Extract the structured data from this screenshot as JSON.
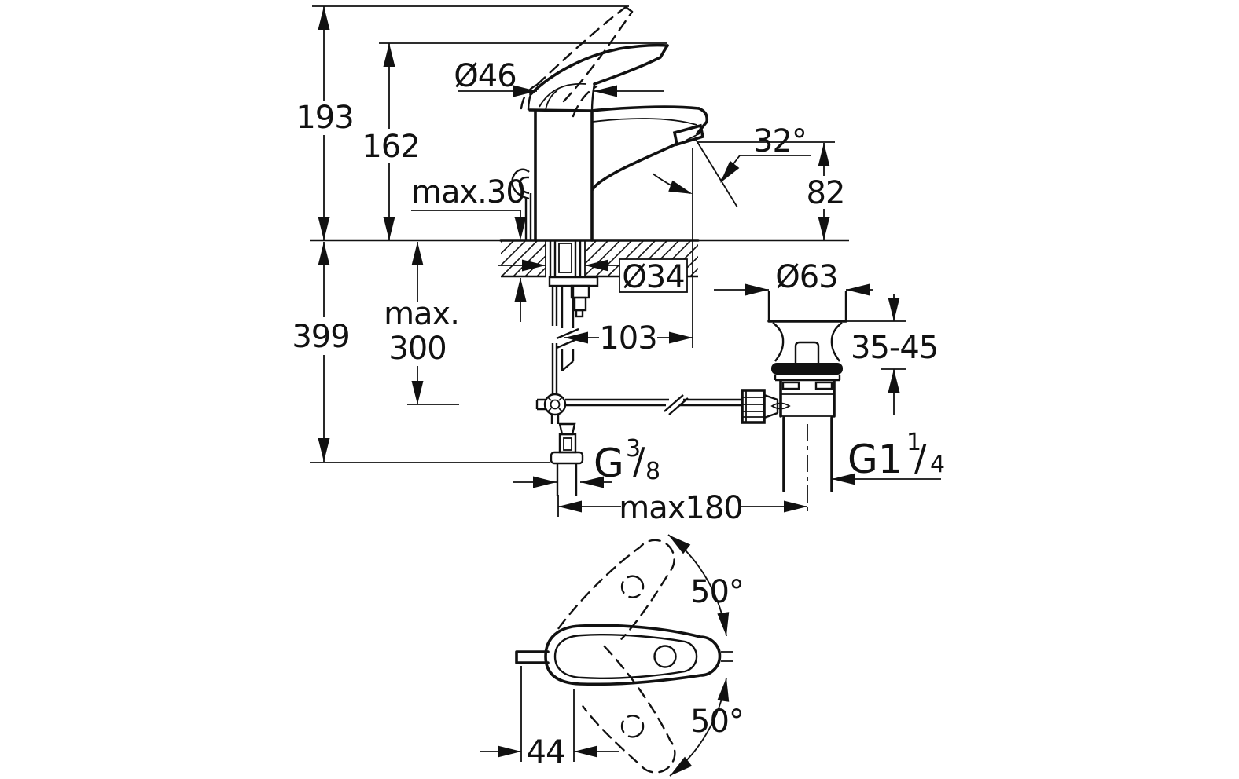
{
  "drawing": {
    "kind": "technical dimensional drawing",
    "subject": "single-lever basin mixer with pop-up waste",
    "line_color": "#111111",
    "background_color": "#ffffff"
  },
  "dims": {
    "height_total": "193",
    "height_body": "162",
    "deck_thickness": "max.30",
    "handle_diameter": "Ø46",
    "spray_angle": "32°",
    "spout_height": "82",
    "depth_total": "399",
    "flex_hose_line1": "max.",
    "flex_hose_line2": "300",
    "deck_hole_diameter": "Ø34",
    "spout_projection": "103",
    "waste_flange_diameter": "Ø63",
    "clamping_range": "35-45",
    "spread_max": "max180"
  },
  "threads": {
    "supply": {
      "base": "G",
      "sup": "3",
      "slash": "/",
      "sub": "8"
    },
    "waste": {
      "base": "G1",
      "sup": "1",
      "slash": "/",
      "sub": "4"
    }
  },
  "top_view": {
    "swing_angle_upper": "50°",
    "swing_angle_lower": "50°",
    "handle_axis_offset": "44"
  }
}
